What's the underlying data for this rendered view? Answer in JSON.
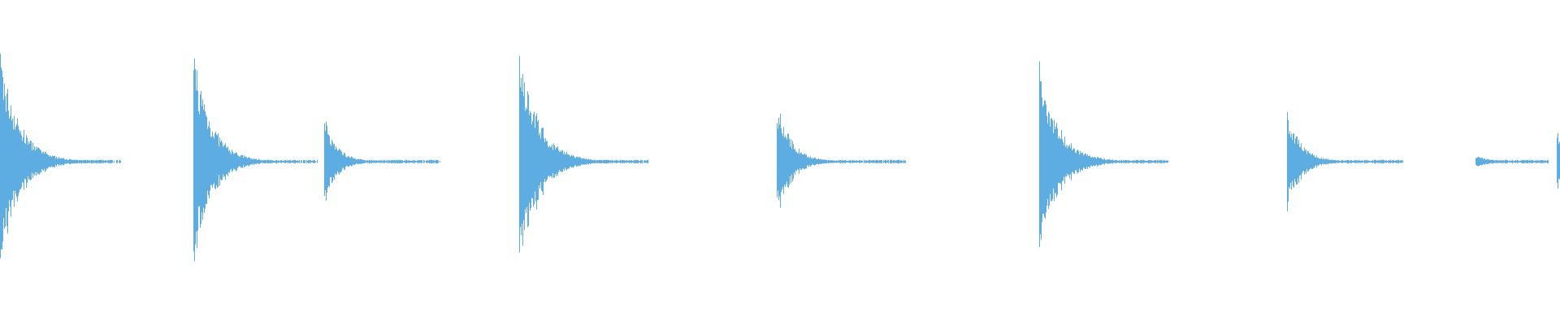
{
  "waveform": {
    "color": "#5dade2",
    "duration_fraction_events": [
      {
        "start": 0.0,
        "peak": 0.92,
        "decay": 0.012,
        "tail_end": 0.077
      },
      {
        "start": 0.124,
        "peak": 0.97,
        "decay": 0.011,
        "tail_end": 0.203
      },
      {
        "start": 0.208,
        "peak": 0.38,
        "decay": 0.008,
        "tail_end": 0.282
      },
      {
        "start": 0.333,
        "peak": 1.0,
        "decay": 0.012,
        "tail_end": 0.415
      },
      {
        "start": 0.498,
        "peak": 0.52,
        "decay": 0.009,
        "tail_end": 0.58
      },
      {
        "start": 0.666,
        "peak": 0.85,
        "decay": 0.012,
        "tail_end": 0.749
      },
      {
        "start": 0.825,
        "peak": 0.42,
        "decay": 0.009,
        "tail_end": 0.899
      },
      {
        "start": 0.946,
        "peak": 0.05,
        "decay": 0.01,
        "tail_end": 0.992
      },
      {
        "start": 0.998,
        "peak": 0.3,
        "decay": 0.003,
        "tail_end": 1.0
      }
    ]
  }
}
